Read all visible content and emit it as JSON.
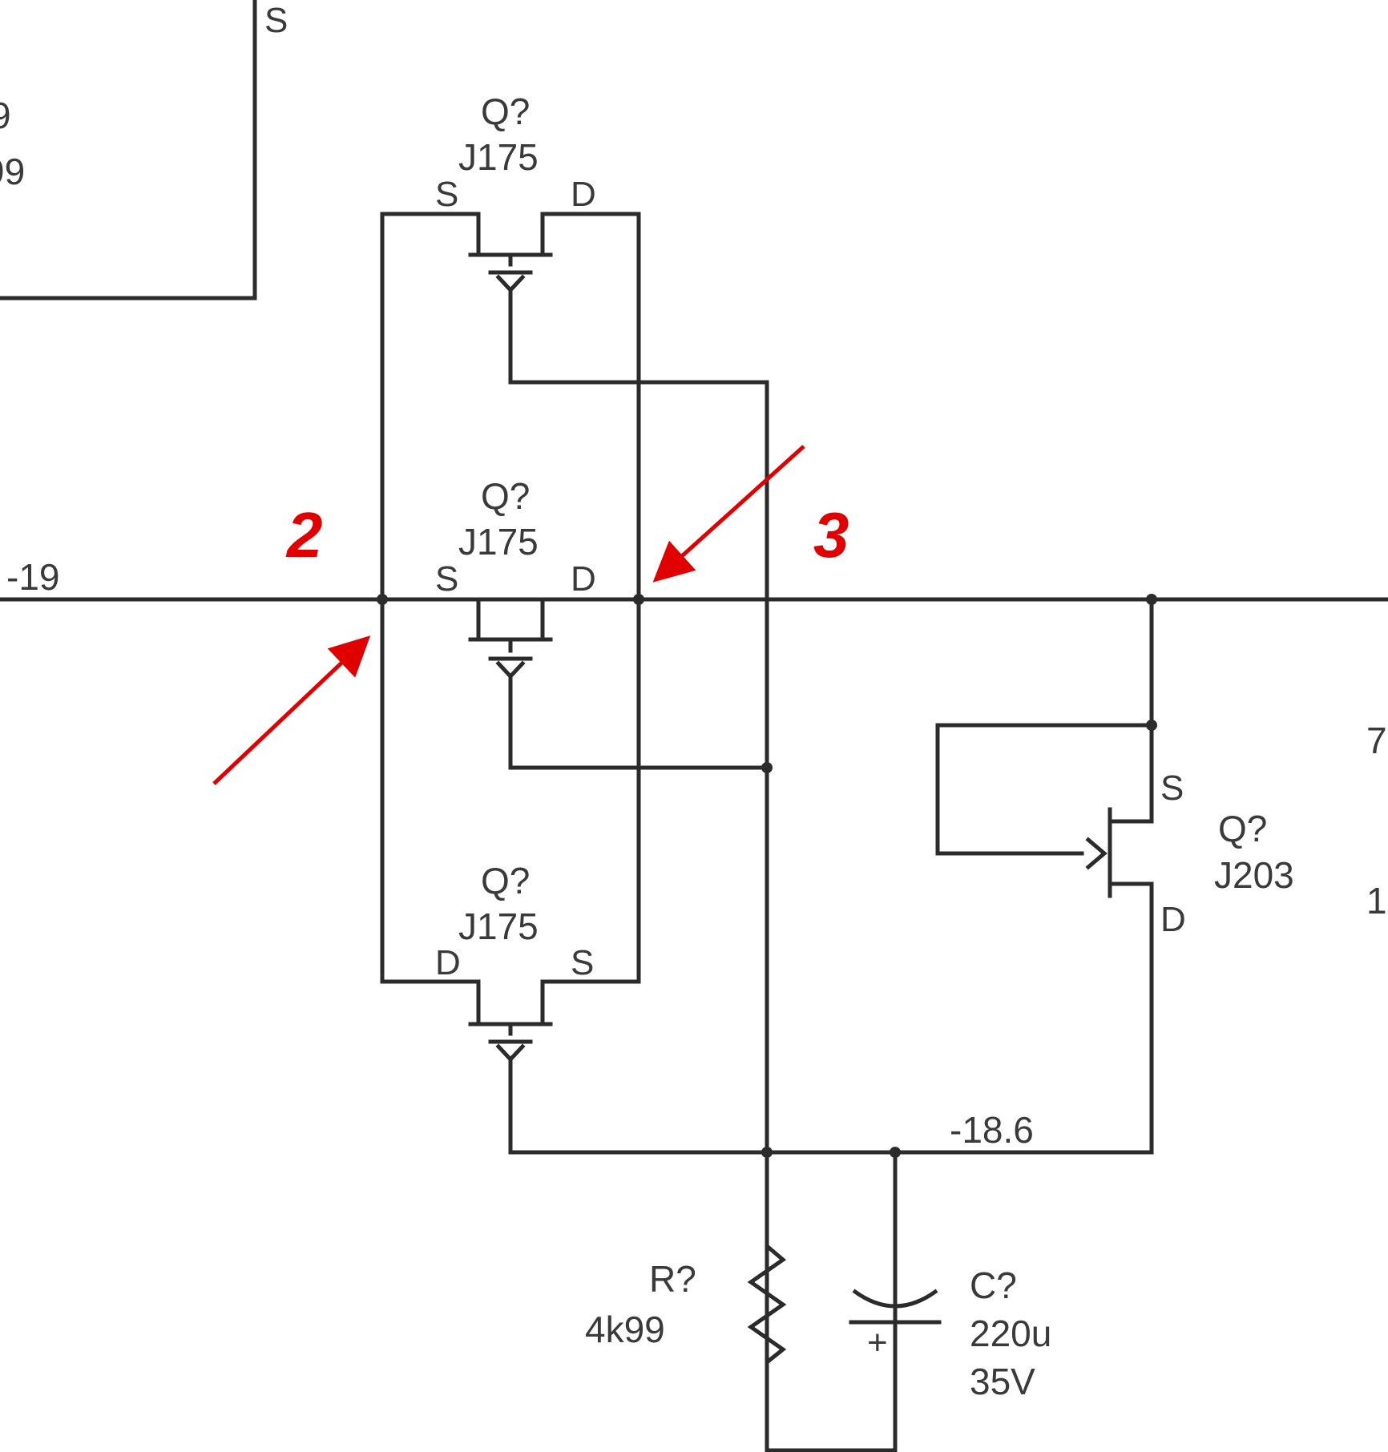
{
  "colors": {
    "wire": "#2b2b2b",
    "annotation": "#e00000"
  },
  "partial_left": {
    "frag_a": "S",
    "frag_b": "9",
    "frag_c": "99"
  },
  "partial_right": {
    "frag_a": "7",
    "frag_b": "1"
  },
  "q_top": {
    "ref": "Q?",
    "value": "J175",
    "pin_left": "S",
    "pin_right": "D"
  },
  "q_mid": {
    "ref": "Q?",
    "value": "J175",
    "pin_left": "S",
    "pin_right": "D"
  },
  "q_bot": {
    "ref": "Q?",
    "value": "J175",
    "pin_left": "D",
    "pin_right": "S"
  },
  "q_right": {
    "ref": "Q?",
    "value": "J203",
    "pin_source": "S",
    "pin_drain": "D"
  },
  "resistor": {
    "ref": "R?",
    "value": "4k99"
  },
  "capacitor": {
    "ref": "C?",
    "value": "220u",
    "voltage": "35V",
    "polarity": "+"
  },
  "net_labels": {
    "left_input": "-19",
    "output": "-18.6"
  },
  "annotations": {
    "left_marker": "2",
    "right_marker": "3"
  }
}
